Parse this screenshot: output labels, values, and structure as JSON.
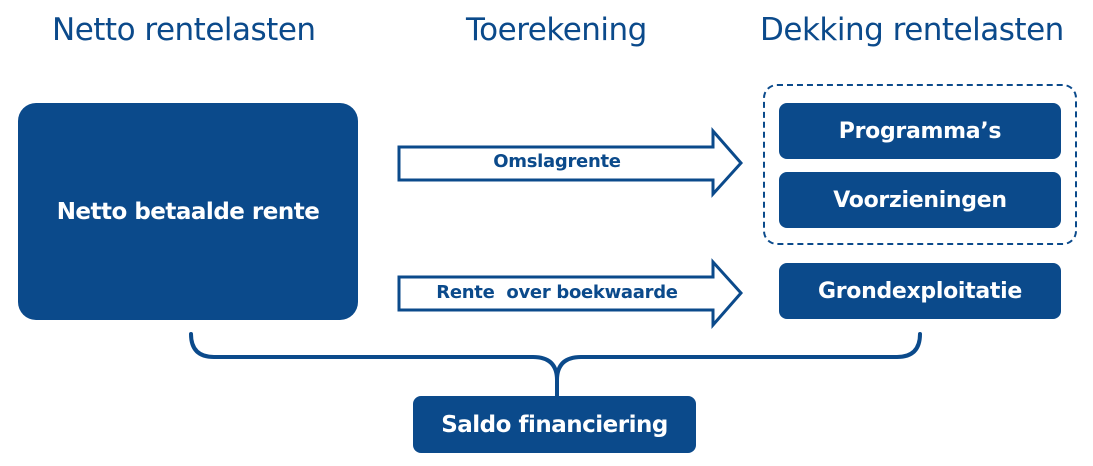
{
  "colors": {
    "primary": "#0b4a8b",
    "background": "#ffffff",
    "box_text": "#ffffff"
  },
  "headers": {
    "left": "Netto rentelasten",
    "middle": "Toerekening",
    "right": "Dekking rentelasten"
  },
  "source_box": {
    "label": "Netto betaalde rente"
  },
  "arrows": [
    {
      "label": "Omslagrente"
    },
    {
      "label": "Rente  over boekwaarde"
    }
  ],
  "targets": {
    "grouped": [
      {
        "label": "Programma’s"
      },
      {
        "label": "Voorzieningen"
      }
    ],
    "single": {
      "label": "Grondexploitatie"
    }
  },
  "result_box": {
    "label": "Saldo financiering"
  }
}
